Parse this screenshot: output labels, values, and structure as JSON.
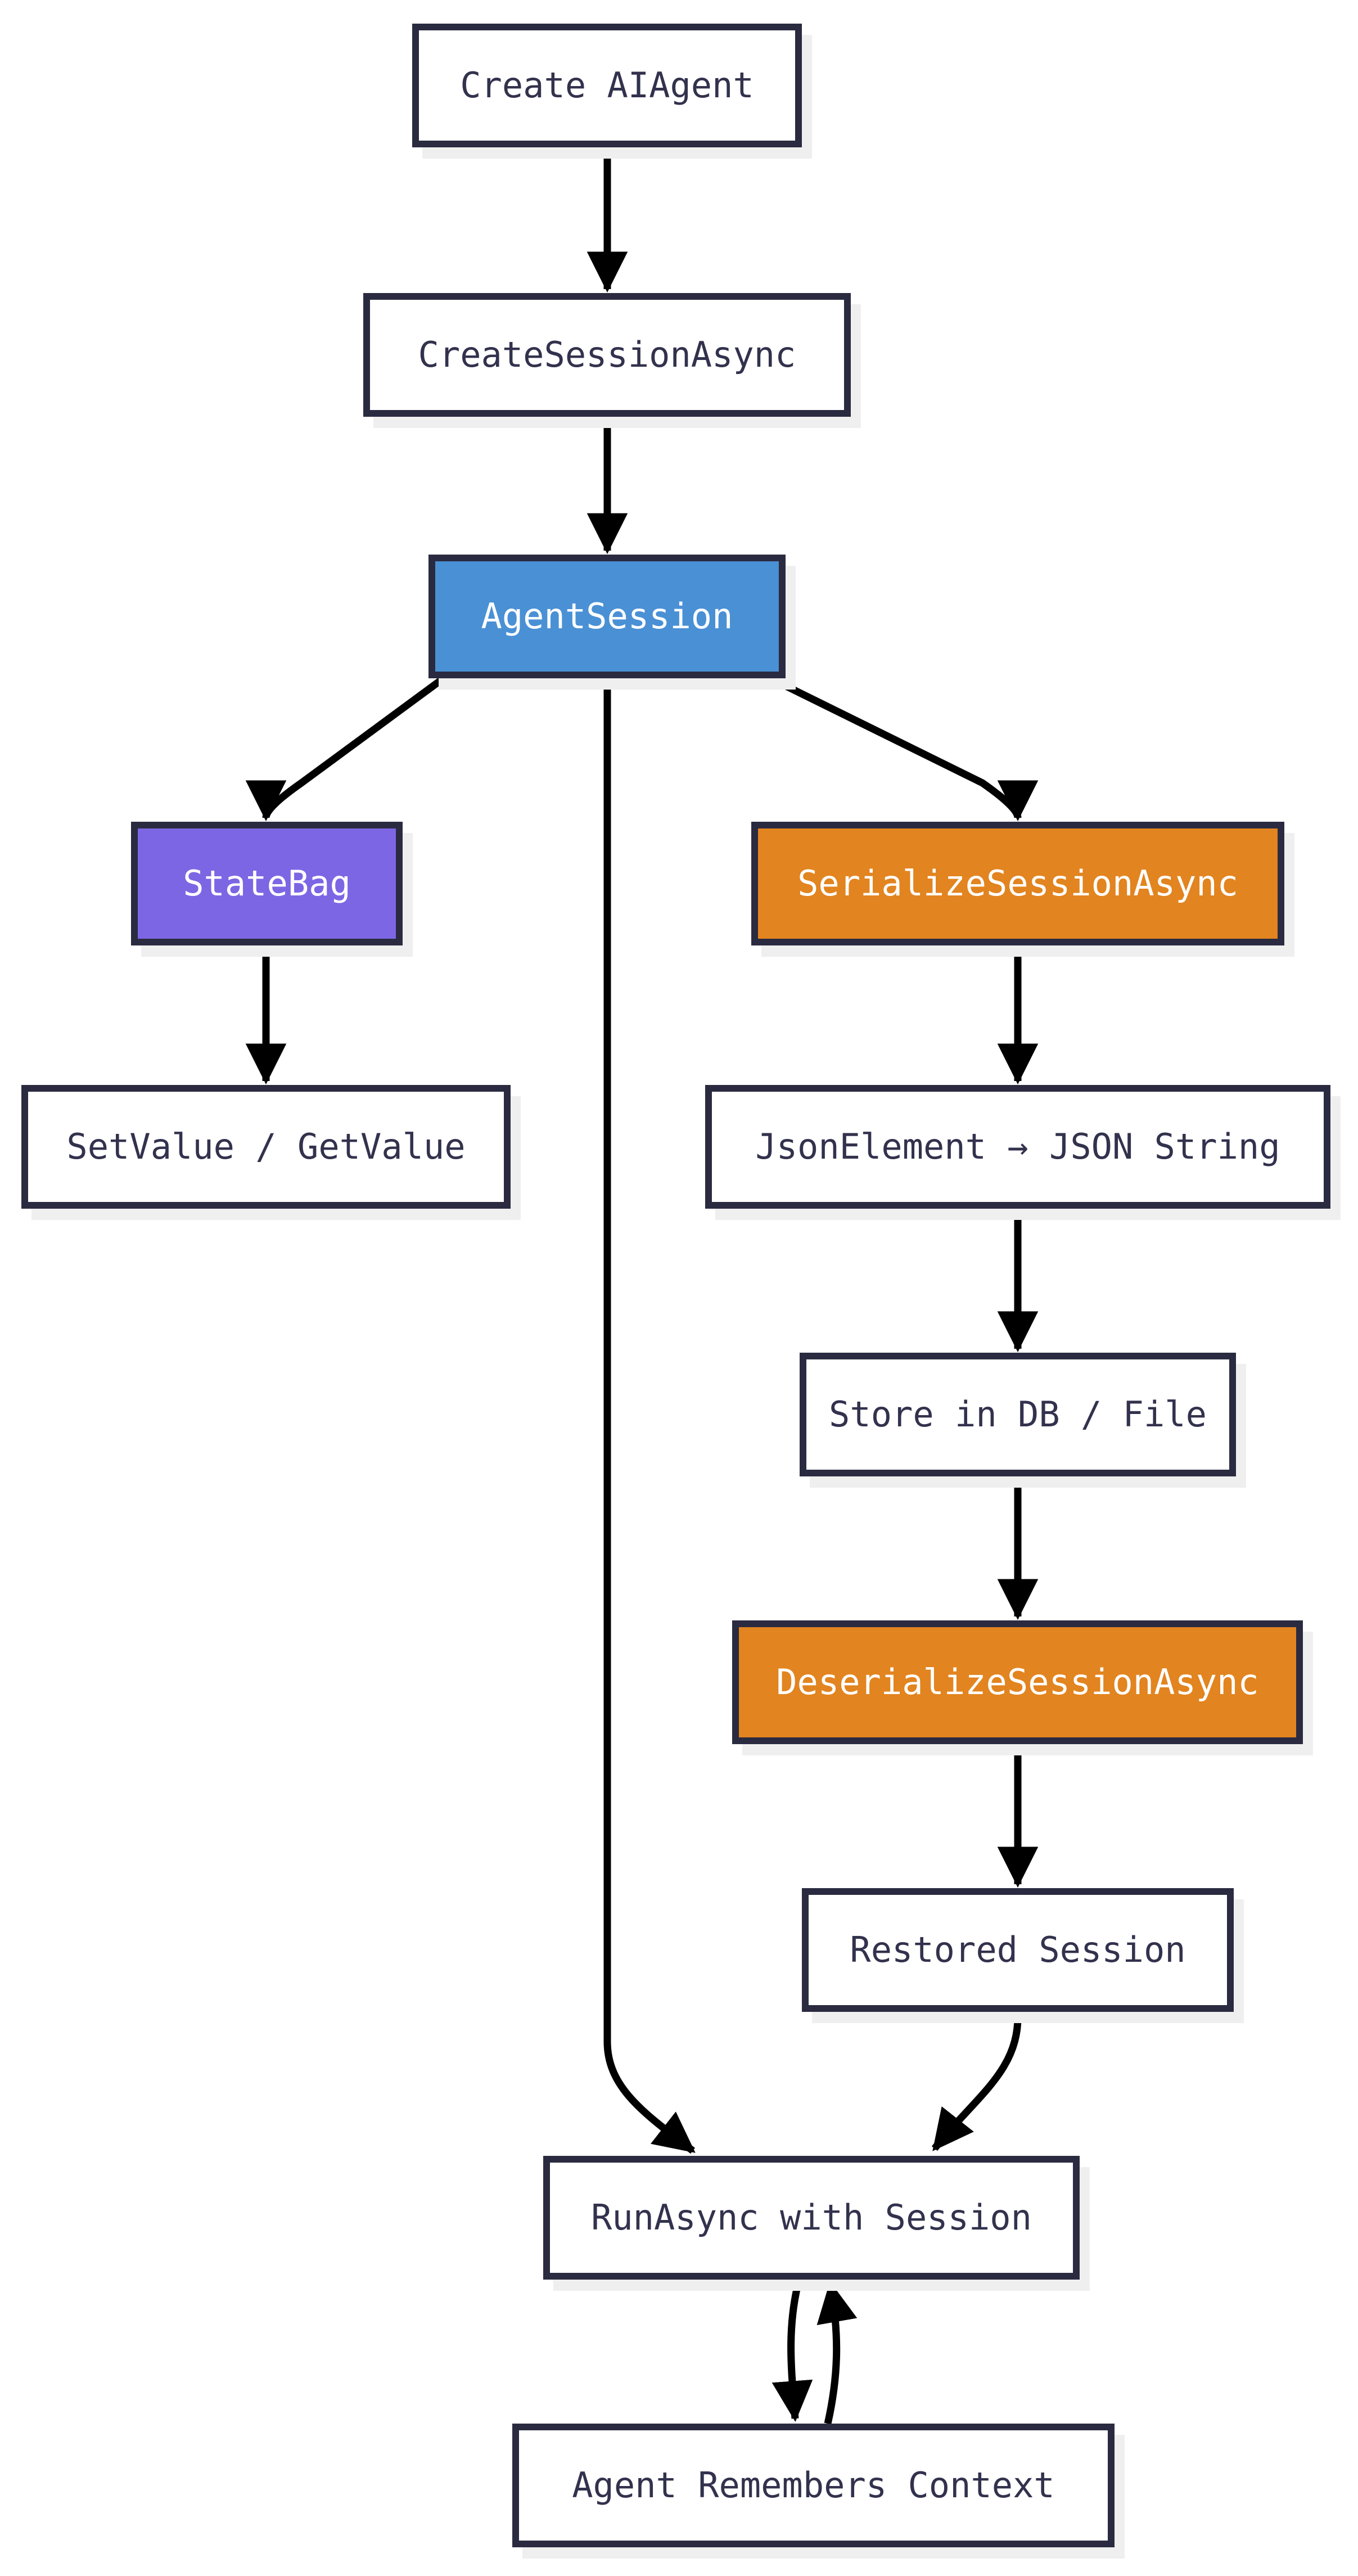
{
  "diagram": {
    "type": "flowchart",
    "background": "#ffffff",
    "colors": {
      "node_border": "#2a2a40",
      "node_text": "#32324e",
      "node_default_bg": "#ffffff",
      "node_blue_bg": "#4a90d5",
      "node_purple_bg": "#7d66e4",
      "node_orange_bg": "#e2841f",
      "colored_node_text": "#ffffff",
      "edge_stroke": "#000000",
      "node_shadow": "#efefef"
    },
    "nodes": [
      {
        "id": "create-aiagent",
        "label": "Create AIAgent",
        "variant": "default"
      },
      {
        "id": "create-session-async",
        "label": "CreateSessionAsync",
        "variant": "default"
      },
      {
        "id": "agent-session",
        "label": "AgentSession",
        "variant": "blue"
      },
      {
        "id": "state-bag",
        "label": "StateBag",
        "variant": "purple"
      },
      {
        "id": "serialize-session-async",
        "label": "SerializeSessionAsync",
        "variant": "orange"
      },
      {
        "id": "set-value-get-value",
        "label": "SetValue / GetValue",
        "variant": "default"
      },
      {
        "id": "json-element-json-string",
        "label": "JsonElement → JSON String",
        "variant": "default"
      },
      {
        "id": "store-in-db-file",
        "label": "Store in DB / File",
        "variant": "default"
      },
      {
        "id": "deserialize-session-async",
        "label": "DeserializeSessionAsync",
        "variant": "orange"
      },
      {
        "id": "restored-session",
        "label": "Restored Session",
        "variant": "default"
      },
      {
        "id": "runasync-with-session",
        "label": "RunAsync with Session",
        "variant": "default"
      },
      {
        "id": "agent-remembers-context",
        "label": "Agent Remembers Context",
        "variant": "default"
      }
    ],
    "edges": [
      {
        "from": "create-aiagent",
        "to": "create-session-async"
      },
      {
        "from": "create-session-async",
        "to": "agent-session"
      },
      {
        "from": "agent-session",
        "to": "state-bag"
      },
      {
        "from": "agent-session",
        "to": "serialize-session-async"
      },
      {
        "from": "agent-session",
        "to": "runasync-with-session"
      },
      {
        "from": "state-bag",
        "to": "set-value-get-value"
      },
      {
        "from": "serialize-session-async",
        "to": "json-element-json-string"
      },
      {
        "from": "json-element-json-string",
        "to": "store-in-db-file"
      },
      {
        "from": "store-in-db-file",
        "to": "deserialize-session-async"
      },
      {
        "from": "deserialize-session-async",
        "to": "restored-session"
      },
      {
        "from": "restored-session",
        "to": "runasync-with-session"
      },
      {
        "from": "runasync-with-session",
        "to": "agent-remembers-context"
      },
      {
        "from": "agent-remembers-context",
        "to": "runasync-with-session"
      }
    ]
  }
}
